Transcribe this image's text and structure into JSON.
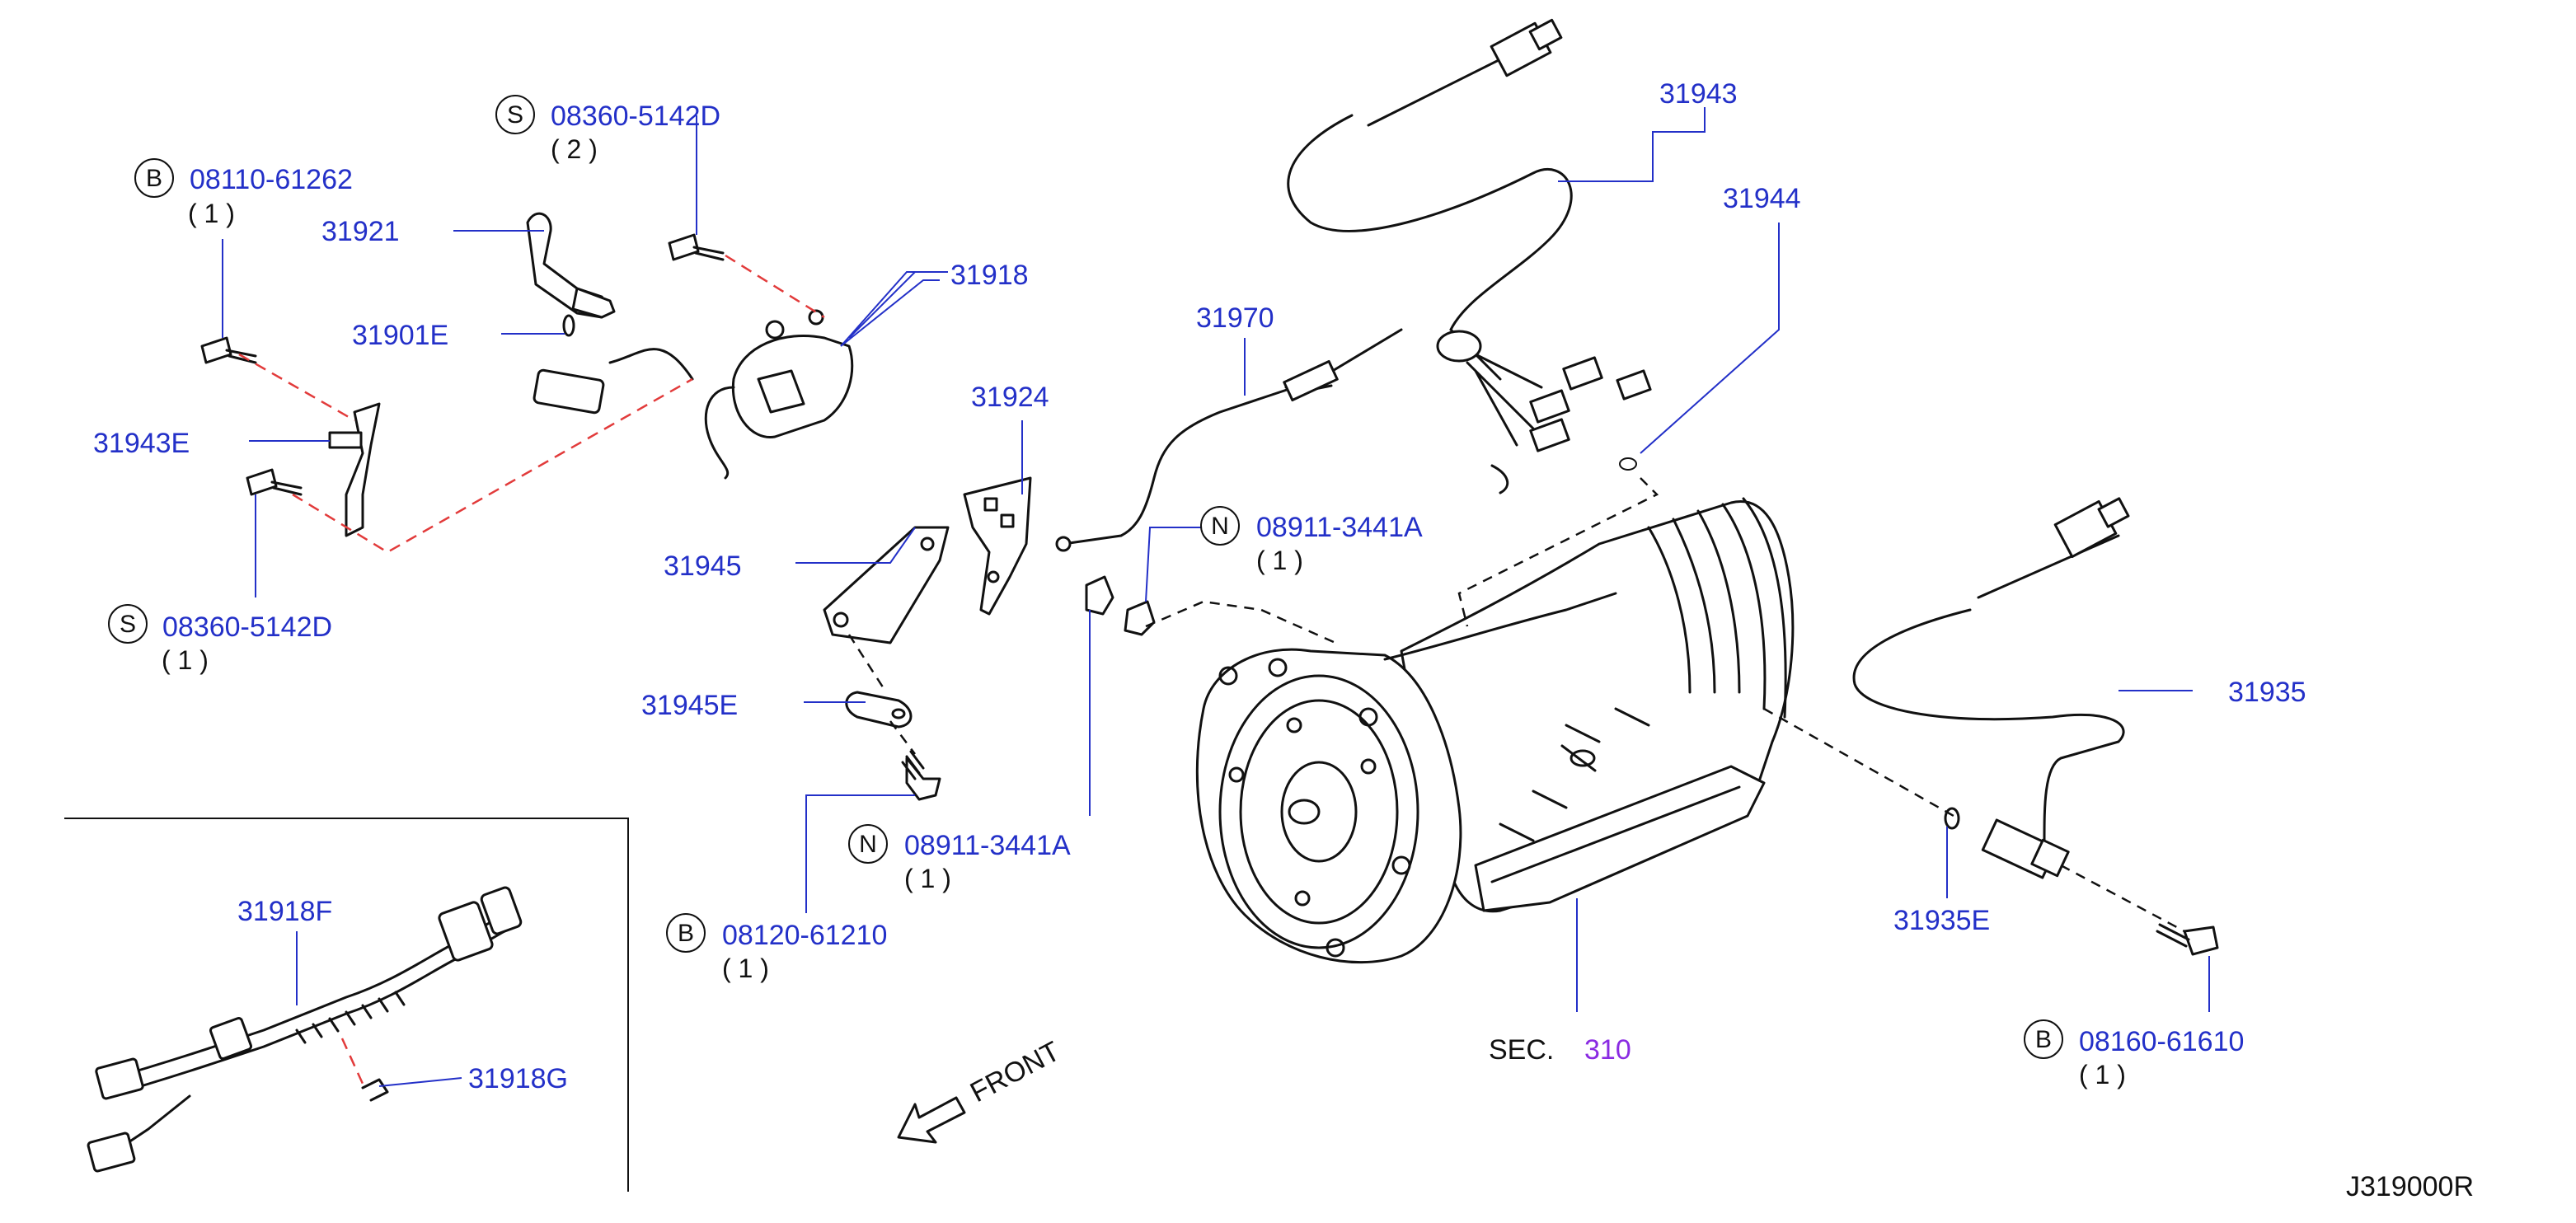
{
  "colors": {
    "part_number": "#2330c8",
    "section_ref": "#8a2be2",
    "line": "#111111",
    "guide_dash": "#e23b3b"
  },
  "labels": {
    "p31943": "31943",
    "p31944": "31944",
    "p31970": "31970",
    "p31918": "31918",
    "p31921": "31921",
    "p31901E": "31901E",
    "p31943E": "31943E",
    "p31924": "31924",
    "p31945": "31945",
    "p31945E": "31945E",
    "p31935": "31935",
    "p31935E": "31935E",
    "p31918F": "31918F",
    "p31918G": "31918G",
    "b08110": {
      "prefix": "B",
      "part": "08110-61262",
      "qty": "( 1 )"
    },
    "s08360_top": {
      "prefix": "S",
      "part": "08360-5142D",
      "qty": "( 2 )"
    },
    "s08360_left": {
      "prefix": "S",
      "part": "08360-5142D",
      "qty": "( 1 )"
    },
    "n08911_right": {
      "prefix": "N",
      "part": "08911-3441A",
      "qty": "( 1 )"
    },
    "n08911_low": {
      "prefix": "N",
      "part": "08911-3441A",
      "qty": "( 1 )"
    },
    "b08120": {
      "prefix": "B",
      "part": "08120-61210",
      "qty": "( 1 )"
    },
    "b08160": {
      "prefix": "B",
      "part": "08160-61610",
      "qty": "( 1 )"
    },
    "sec": {
      "prefix": "SEC.",
      "number": "310"
    },
    "front": "FRONT",
    "diagram_code": "J319000R"
  }
}
